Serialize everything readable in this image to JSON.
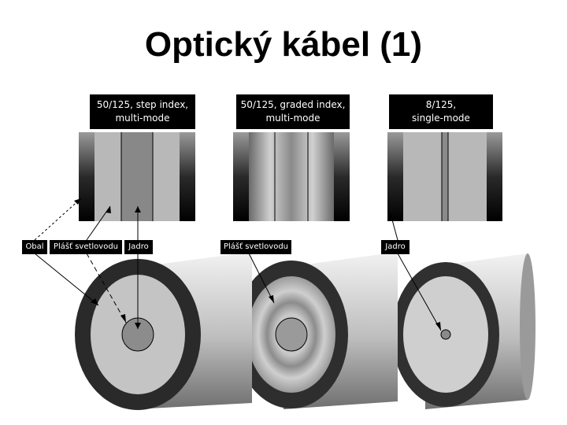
{
  "title": "Optický kábel (1)",
  "headers": [
    {
      "line1": "50/125, step index,",
      "line2": "multi-mode"
    },
    {
      "line1": "50/125, graded index,",
      "line2": "multi-mode"
    },
    {
      "line1": "8/125,",
      "line2": "single-mode"
    }
  ],
  "labels": {
    "obal": "Obal",
    "plast1": "Plášť svetlovodu",
    "jadro1": "Jadro",
    "plast2": "Plášť svetlovodu",
    "jadro3": "Jadro"
  }
}
